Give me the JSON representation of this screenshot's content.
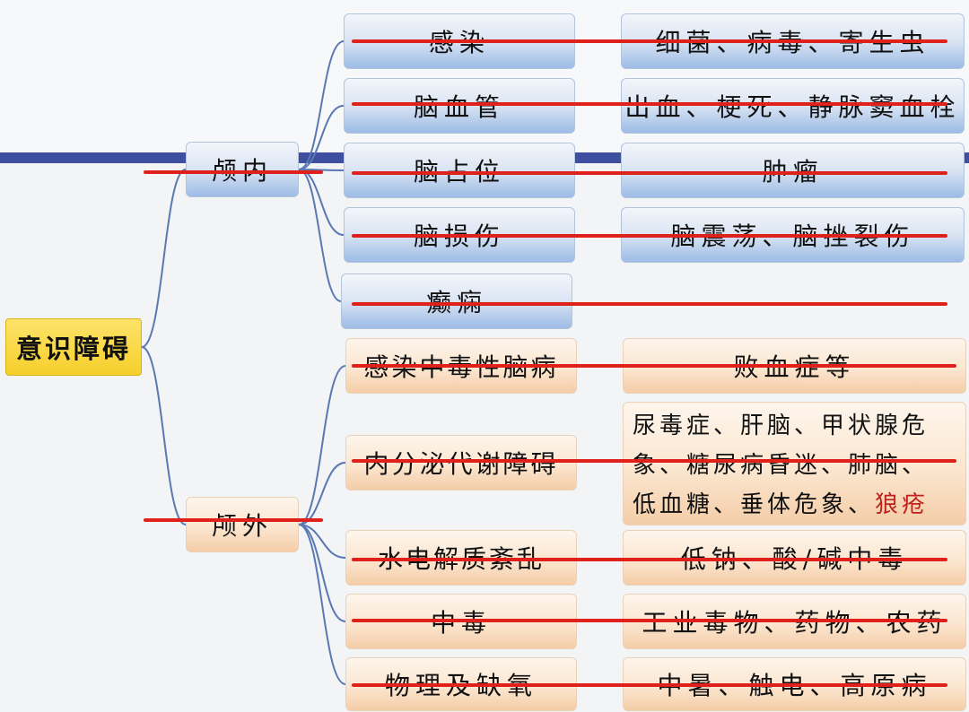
{
  "diagram": {
    "root": {
      "label": "意识障碍"
    },
    "branches": [
      {
        "id": "intracranial",
        "label": "颅内",
        "children": [
          {
            "label": "感染",
            "detail": "细菌、病毒、寄生虫"
          },
          {
            "label": "脑血管",
            "detail": "出血、梗死、静脉窦血栓"
          },
          {
            "label": "脑占位",
            "detail": "肿瘤"
          },
          {
            "label": "脑损伤",
            "detail": "脑震荡、脑挫裂伤"
          },
          {
            "label": "癫痫",
            "detail": ""
          }
        ]
      },
      {
        "id": "extracranial",
        "label": "颅外",
        "children": [
          {
            "label": "感染中毒性脑病",
            "detail": "败血症等"
          },
          {
            "label": "内分泌代谢障碍",
            "detail_lines": [
              "尿毒症、肝脑、甲状腺危",
              "象、糖尿病昏迷、肺脑、",
              "低血糖、垂体危象、"
            ],
            "detail_accent": "狼疮"
          },
          {
            "label": "水电解质紊乱",
            "detail": "低钠、酸/碱中毒"
          },
          {
            "label": "中毒",
            "detail": "工业毒物、药物、农药"
          },
          {
            "label": "物理及缺氧",
            "detail": "中暑、触电、高原病"
          }
        ]
      }
    ]
  },
  "overlay": {
    "stamp_text": ""
  },
  "colors": {
    "blue_node_top": "#f3f6fb",
    "blue_node_bottom": "#9dbce6",
    "peach_node_top": "#fdf5ec",
    "peach_node_bottom": "#f4cda7",
    "root_fill": "#f6cf2c",
    "connector": "#5a78b3",
    "strike_line": "#e0201a",
    "accent_text": "#c0211b",
    "band": "#3f4fa0"
  }
}
